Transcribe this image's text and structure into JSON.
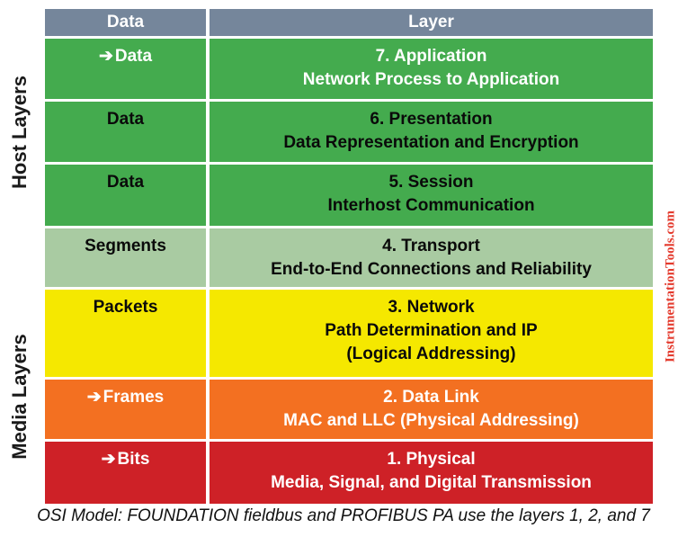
{
  "header": {
    "data_col": "Data",
    "layer_col": "Layer"
  },
  "side_labels": {
    "host": "Host Layers",
    "media": "Media Layers"
  },
  "watermark": "InstrumentationTools.com",
  "caption": "OSI Model: FOUNDATION fieldbus and PROFIBUS PA use the layers 1, 2, and 7",
  "icons": {
    "right_arrow": "➔"
  },
  "colors": {
    "header_bg": "#75869B",
    "green": "#44AB4E",
    "light_green": "#A9CBA2",
    "yellow": "#F5E800",
    "orange": "#F37021",
    "red": "#CE2127",
    "watermark_red": "#E43B2E"
  },
  "rows": [
    {
      "layer_number": 7,
      "unit": "Data",
      "has_arrow": true,
      "lines": [
        "7. Application",
        "Network Process to Application"
      ],
      "bg": "#44AB4E",
      "fg": "#FFFFFF"
    },
    {
      "layer_number": 6,
      "unit": "Data",
      "has_arrow": false,
      "lines": [
        "6. Presentation",
        "Data Representation and Encryption"
      ],
      "bg": "#44AB4E",
      "fg": "#0A0A0A"
    },
    {
      "layer_number": 5,
      "unit": "Data",
      "has_arrow": false,
      "lines": [
        "5. Session",
        "Interhost Communication"
      ],
      "bg": "#44AB4E",
      "fg": "#0A0A0A"
    },
    {
      "layer_number": 4,
      "unit": "Segments",
      "has_arrow": false,
      "lines": [
        "4. Transport",
        "End-to-End Connections and Reliability"
      ],
      "bg": "#A9CBA2",
      "fg": "#0A0A0A"
    },
    {
      "layer_number": 3,
      "unit": "Packets",
      "has_arrow": false,
      "lines": [
        "3. Network",
        "Path Determination and IP",
        "(Logical Addressing)"
      ],
      "bg": "#F5E800",
      "fg": "#0A0A0A"
    },
    {
      "layer_number": 2,
      "unit": "Frames",
      "has_arrow": true,
      "lines": [
        "2. Data Link",
        "MAC and LLC (Physical Addressing)"
      ],
      "bg": "#F37021",
      "fg": "#FFFFFF"
    },
    {
      "layer_number": 1,
      "unit": "Bits",
      "has_arrow": true,
      "lines": [
        "1. Physical",
        "Media, Signal, and Digital Transmission"
      ],
      "bg": "#CE2127",
      "fg": "#FFFFFF"
    }
  ]
}
